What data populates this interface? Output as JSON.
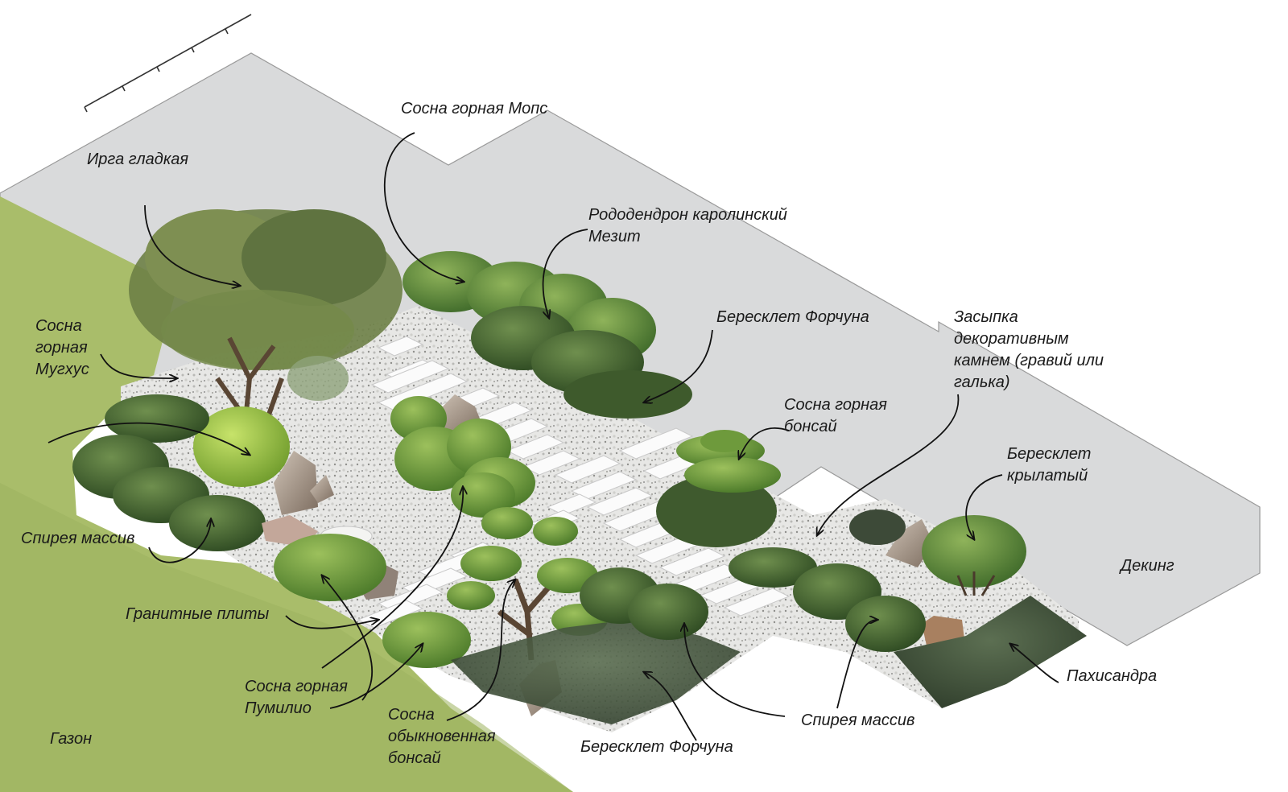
{
  "labels": {
    "irga": "Ирга гладкая",
    "sosna_mops": "Сосна горная Мопс",
    "rhodo_1": "Рододендрон каролинский",
    "rhodo_2": "Мезит",
    "beresklet_fortune_top": "Бересклет Форчуна",
    "zasypka_1": "Засыпка",
    "zasypka_2": "декоративным",
    "zasypka_3": "камнем (гравий или",
    "zasypka_4": "галька)",
    "sosna_mughus_1": "Сосна",
    "sosna_mughus_2": "горная",
    "sosna_mughus_3": "Мугхус",
    "sosna_bonsai_1": "Сосна горная",
    "sosna_bonsai_2": "бонсай",
    "beresklet_winged_1": "Бересклет",
    "beresklet_winged_2": "крылатый",
    "spirea_left": "Спирея массив",
    "deking": "Декинг",
    "granite": "Гранитные плиты",
    "pachysandra": "Пахисандра",
    "pumilio_1": "Сосна горная",
    "pumilio_2": "Пумилио",
    "sosna_common_1": "Сосна",
    "sosna_common_2": "обыкновенная",
    "sosna_common_3": "бонсай",
    "spirea_bottom": "Спирея массив",
    "gazon": "Газон",
    "beresklet_fortune_bottom": "Бересклет Форчуна"
  },
  "colors": {
    "lawn": "#a9bd6a",
    "deck": "#d9dadb",
    "gravel": "#e6e6e4",
    "slab": "#fbfbfb",
    "shrub_dark": "#4d7a35",
    "shrub_mid": "#6d9a43",
    "conifer": "#7ca447",
    "ground_cover": "#3f5238",
    "stone": "#a99a8c",
    "arrow": "#111111"
  },
  "icons": {
    "scale_bar": "scale-bar-icon",
    "arrow": "arrow-icon"
  }
}
